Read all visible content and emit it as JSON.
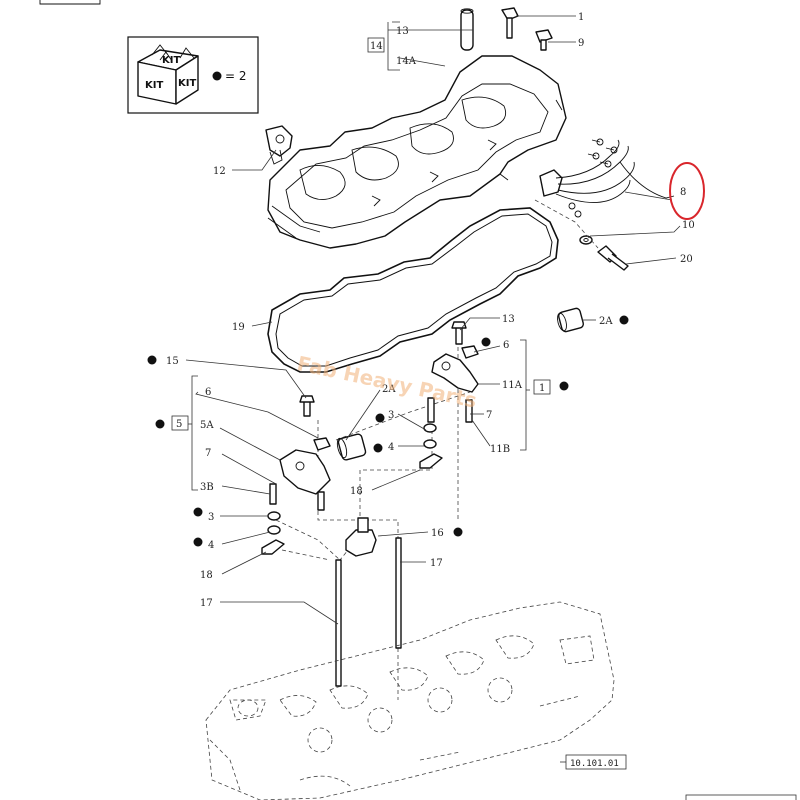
{
  "kit": {
    "word_top": "KIT",
    "word_left": "KIT",
    "word_right": "KIT",
    "equals": "= 2"
  },
  "callouts": {
    "c1": "1",
    "c9": "9",
    "c13_top": "13",
    "c14a": "14A",
    "c14_box": "14",
    "c12": "12",
    "c8": "8",
    "c10": "10",
    "c20": "20",
    "c19": "19",
    "c13_mid": "13",
    "c2a_right": "2A",
    "c6_right": "6",
    "c11a": "11A",
    "c1_box": "1",
    "c7_right": "7",
    "c11b": "11B",
    "c15": "15",
    "c6_left": "6",
    "c5_box": "5",
    "c5a": "5A",
    "c7_left": "7",
    "c2a_left": "2A",
    "c3_mid": "3",
    "c4_mid": "4",
    "c18_mid": "18",
    "c3b": "3B",
    "c3_left": "3",
    "c4_left": "4",
    "c18_left": "18",
    "c16": "16",
    "c17_right": "17",
    "c17_left": "17"
  },
  "reference": "10.101.01",
  "watermark": "Fab Heavy Parts",
  "highlight_color": "#d9262c",
  "watermark_color": "#f2b27a"
}
